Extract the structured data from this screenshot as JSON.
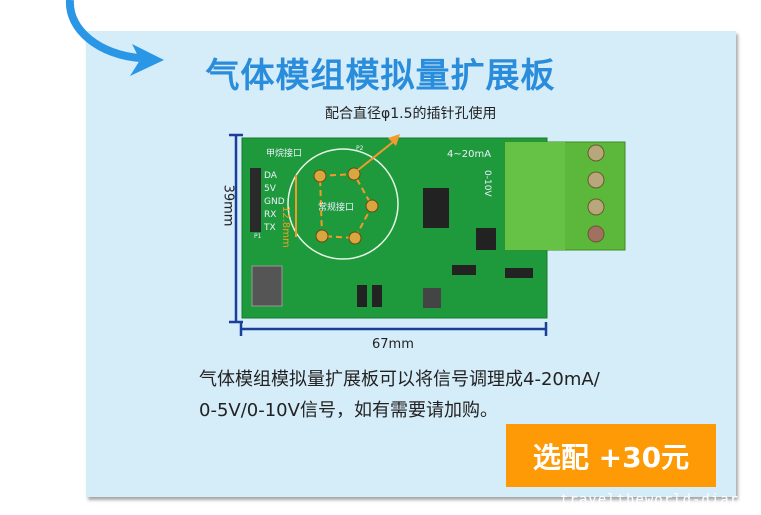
{
  "title": "气体模组模拟量扩展板",
  "pin_note": "配合直径φ1.5的插针孔使用",
  "dimensions": {
    "height": "39mm",
    "width": "67mm"
  },
  "board_labels": {
    "methane_port": "甲烷接口",
    "standard_port": "常规接口",
    "pins": [
      "DA",
      "5V",
      "GND",
      "RX",
      "TX"
    ],
    "current_output": "4~20mA",
    "voltage_output": "0-10V",
    "pin_spacing": "12.8mm",
    "p1": "P1",
    "p2": "P2"
  },
  "description": [
    "气体模组模拟量扩展板可以将信号调理成4-20mA/",
    "0-5V/0-10V信号，如有需要请加购。"
  ],
  "option_button": "选配 +30元",
  "watermark": "traveltheworld-diary",
  "colors": {
    "panel": "#d5ecf9",
    "title": "#2a8ddc",
    "button": "#fd9a05",
    "pcb": "#1e9a3c",
    "terminal": "#5cb83a"
  }
}
